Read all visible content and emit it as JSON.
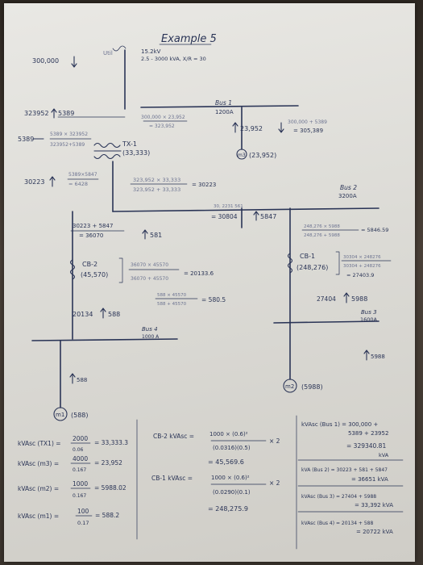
{
  "title": "Example 5",
  "top": {
    "load_right": "15.2kV",
    "gen_note": "2.5 - 3000 kVA, X/R = 30",
    "util_left": "300,000",
    "gen_label": "Util"
  },
  "left_col": {
    "v1": "323952",
    "v1b": "5389",
    "v2": "5389",
    "v2_calc_top": "5389 × 323952",
    "v2_calc_bot": "323952+5389",
    "v3": "30223",
    "v3b": "6428",
    "v3_calc_top": "5389×5847",
    "v3_calc_bot": "= 6428"
  },
  "transformer": {
    "label": "TX-1",
    "value": "(33,333)",
    "calc_top": "300,000 × 23,952",
    "calc_bot": "= 323,952"
  },
  "bus1": {
    "name": "Bus 1",
    "rating": "1200A",
    "flow_left": "23,952",
    "flow_right_top": "300,000 + 5389",
    "flow_right_bot": "= 305,389",
    "motor": "m3",
    "motor_value": "(23,952)"
  },
  "row2": {
    "calc": "323,952 × 33,333",
    "calc_div": "323,952 + 33,333",
    "result": "= 30223"
  },
  "bus2": {
    "name": "Bus 2",
    "rating": "3200A",
    "calc_top": "30, 2231 561",
    "calc_value": "= 30804",
    "calc_flow": "5847",
    "right_top": "248,276 × 5988",
    "right_bot": "248,276 + 5988",
    "right_res": "= 5846.59"
  },
  "cb2": {
    "left_top": "30223 + 5847",
    "left_bot": "= 36070",
    "left_flow": "581",
    "label": "CB-2",
    "value": "(45,570)",
    "calc_top": "36070 × 45570",
    "calc_bot": "36070 + 45570",
    "calc_res": "= 20133.6",
    "sub_top": "588 × 45570",
    "sub_bot": "588 + 45570",
    "sub_res": "= 580.5",
    "flow": "20134",
    "flow2": "588"
  },
  "cb1": {
    "label": "CB-1",
    "value": "(248,276)",
    "calc_top": "30304 × 248276",
    "calc_mid": "30304 + 248276",
    "calc_res": "= 27403.9",
    "flow": "27404",
    "flow2": "5988"
  },
  "bus3": {
    "name": "Bus 3",
    "rating": "1600A",
    "flow": "5988"
  },
  "bus4": {
    "name": "Bus 4",
    "rating": "1000 A"
  },
  "motors": {
    "m1_flow": "588",
    "m1_label": "m1",
    "m1_value": "(588)",
    "m2_label": "m2",
    "m2_value": "(5988)"
  },
  "calcs": {
    "c1_label": "kVAsc (TX1) =",
    "c1_num": "2000",
    "c1_den": "0.06",
    "c1_res": "= 33,333.3",
    "c2_label": "kVAsc (m3) =",
    "c2_num": "4000",
    "c2_den": "0.167",
    "c2_res": "= 23,952",
    "c3_label": "kVAsc (m2) =",
    "c3_num": "1000",
    "c3_den": "0.167",
    "c3_res": "= 5988.02",
    "c4_label": "kVAsc (m1) =",
    "c4_num": "100",
    "c4_den": "0.17",
    "c4_res": "= 588.2",
    "cb2_label": "CB-2 kVAsc =",
    "cb2_num": "1000 × (0.6)²",
    "cb2_den": "(0.0316)(0.5)",
    "cb2_mult": "× 2",
    "cb2_res": "= 45,569.6",
    "cb1_label": "CB-1 kVAsc =",
    "cb1_num": "1000 × (0.6)²",
    "cb1_den": "(0.0290)(0.1)",
    "cb1_mult": "× 2",
    "cb1_res": "= 248,275.9",
    "bus1_label": "kVAsc (Bus 1) = 300,000 +",
    "bus1_l2": "5389 + 23952",
    "bus1_res": "= 329340.81",
    "bus1_unit": "kVA",
    "bus2_label": "kVA (Bus 2) = 30223 + 581 + 5847",
    "bus2_res": "= 36651 kVA",
    "bus3_label": "kVAsc (Bus 3) = 27404 + 5988",
    "bus3_res": "= 33,392 kVA",
    "bus4_label": "kVAsc (Bus 4) = 20134 + 588",
    "bus4_res": "= 20722 kVA"
  }
}
